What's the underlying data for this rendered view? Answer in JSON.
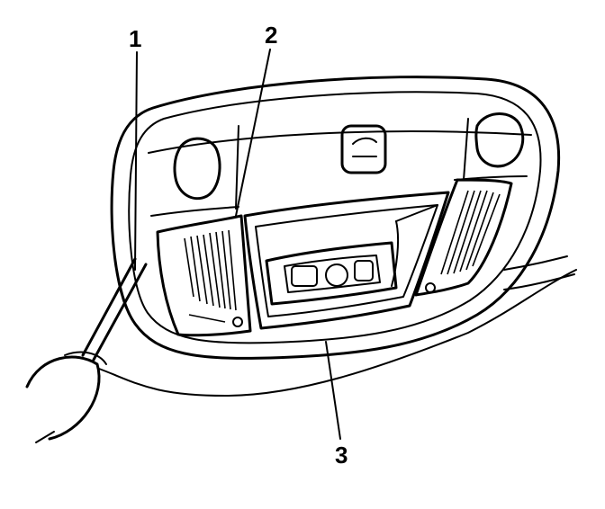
{
  "callouts": [
    {
      "id": "1",
      "label": "1"
    },
    {
      "id": "2",
      "label": "2"
    },
    {
      "id": "3",
      "label": "3"
    }
  ],
  "colors": {
    "ink": "#000000",
    "paper": "#ffffff"
  },
  "icons": [
    "screwdriver-icon"
  ]
}
